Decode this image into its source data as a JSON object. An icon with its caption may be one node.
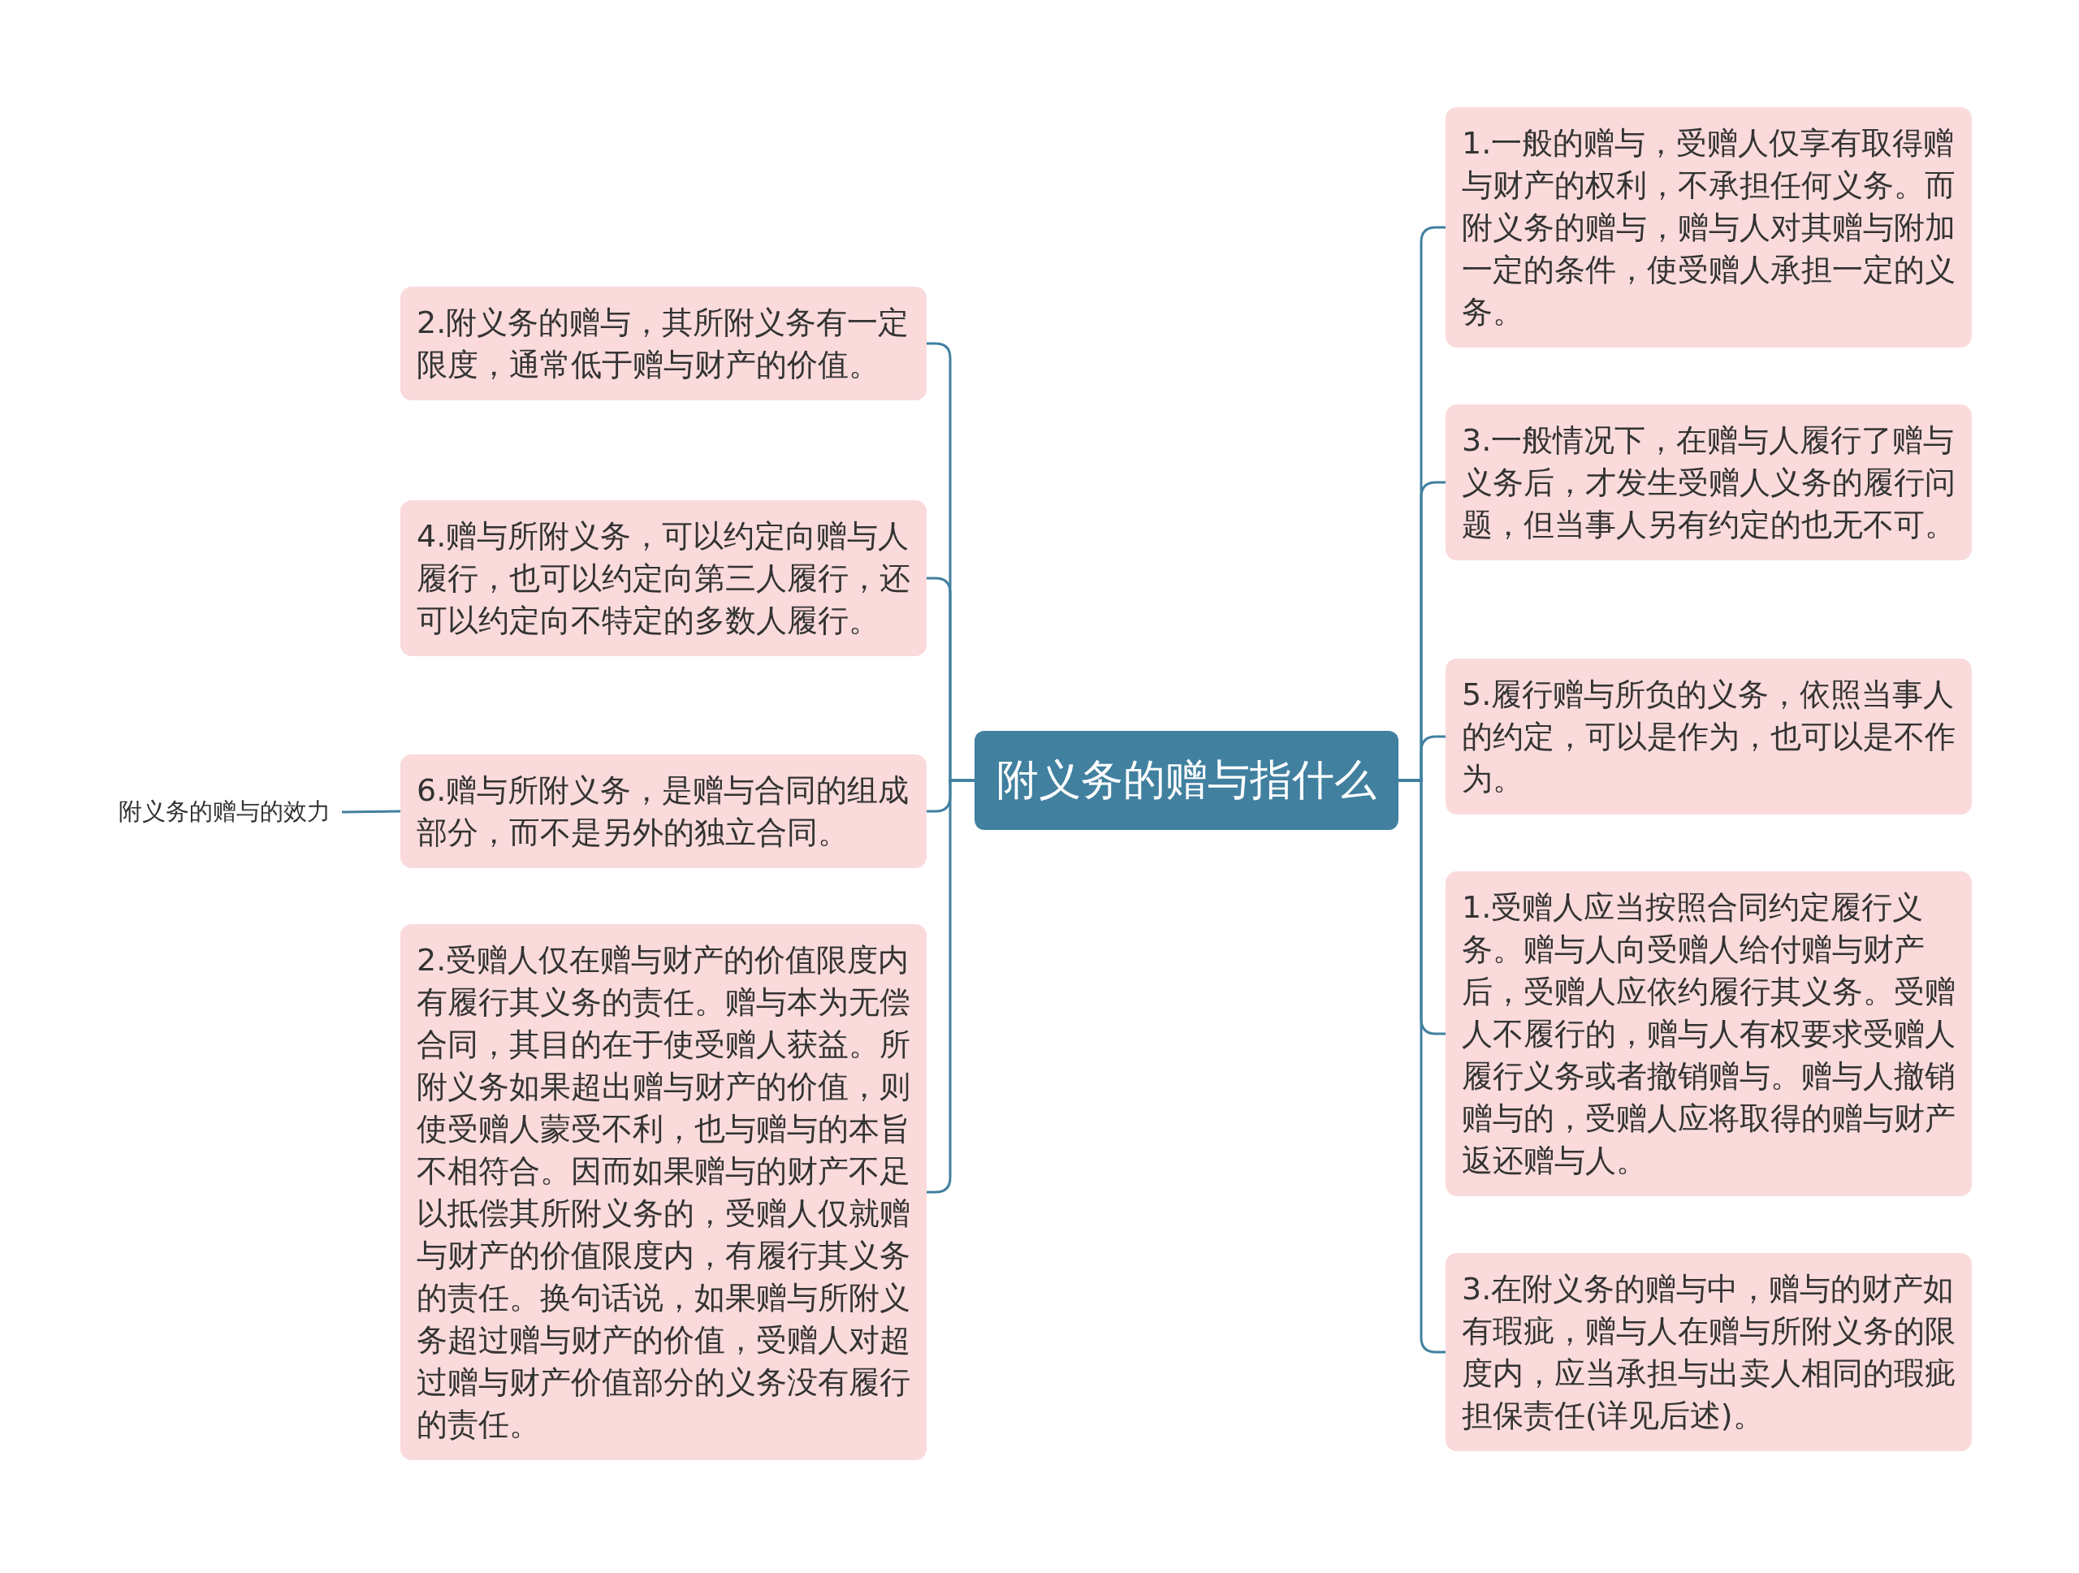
{
  "diagram": {
    "nodes": [
      {
        "text": [
          "附义务的赠与指什么"
        ]
      },
      {
        "text": [
          "1.一般的赠与，受赠人仅享有取得赠与财产的权利，不承担任何义务。而附义务的赠与，赠与人对其赠与附加一定的条件，使受赠人承担一定的义务。"
        ]
      },
      {
        "text": [
          "3.一般情况下，在赠与人履行了赠与义务后，才发生受赠人义务的履行问题，但当事人另有约定的也无不可。"
        ]
      },
      {
        "text": [
          "5.履行赠与所负的义务，依照当事人的约定，可以是作为，也可以是不作为。"
        ]
      },
      {
        "text": [
          "1.受赠人应当按照合同约定履行义务。赠与人向受赠人给付赠与财产后，受赠人应依约履行其义务。受赠人不履行的，赠与人有权要求受赠人履行义务或者撤销赠与。赠与人撤销赠与的，受赠人应将取得的赠与财产返还赠与人。"
        ]
      },
      {
        "text": [
          "3.在附义务的赠与中，赠与的财产如有瑕疵，赠与人在赠与所附义务的限度内，应当承担与出卖人相同的瑕疵担保责任(详见后述)。"
        ]
      },
      {
        "text": [
          "2.附义务的赠与，其所附义务有一定限度，通常低于赠与财产的价值。"
        ]
      },
      {
        "text": [
          "4.赠与所附义务，可以约定向赠与人履行，也可以约定向第三人履行，还可以约定向不特定的多数人履行。"
        ]
      },
      {
        "text": [
          "6.赠与所附义务，是赠与合同的组成部分，而不是另外的独立合同。"
        ]
      },
      {
        "text": [
          "2.受赠人仅在赠与财产的价值限度内有履行其义务的责任。赠与本为无偿合同，其目的在于使受赠人获益。所附义务如果超出赠与财产的价值，则使受赠人蒙受不利，也与赠与的本旨不相符合。因而如果赠与的财产不足以抵偿其所附义务的，受赠人仅就赠与财产的价值限度内，有履行其义务的责任。换句话说，如果赠与所附义务超过赠与财产的价值，受赠人对超过赠与财产价值部分的义务没有履行的责任。"
        ]
      },
      {
        "text": [
          "附义务的赠与的效力"
        ]
      }
    ],
    "edges": [
      {
        "from": 0,
        "to": 1,
        "arrow": "none"
      },
      {
        "from": 0,
        "to": 2,
        "arrow": "none"
      },
      {
        "from": 0,
        "to": 3,
        "arrow": "none"
      },
      {
        "from": 0,
        "to": 4,
        "arrow": "none"
      },
      {
        "from": 0,
        "to": 5,
        "arrow": "none"
      },
      {
        "from": 0,
        "to": 6,
        "arrow": "none"
      },
      {
        "from": 0,
        "to": 7,
        "arrow": "none"
      },
      {
        "from": 0,
        "to": 8,
        "arrow": "none"
      },
      {
        "from": 0,
        "to": 9,
        "arrow": "none"
      },
      {
        "from": 8,
        "to": 10,
        "arrow": "none"
      }
    ]
  }
}
